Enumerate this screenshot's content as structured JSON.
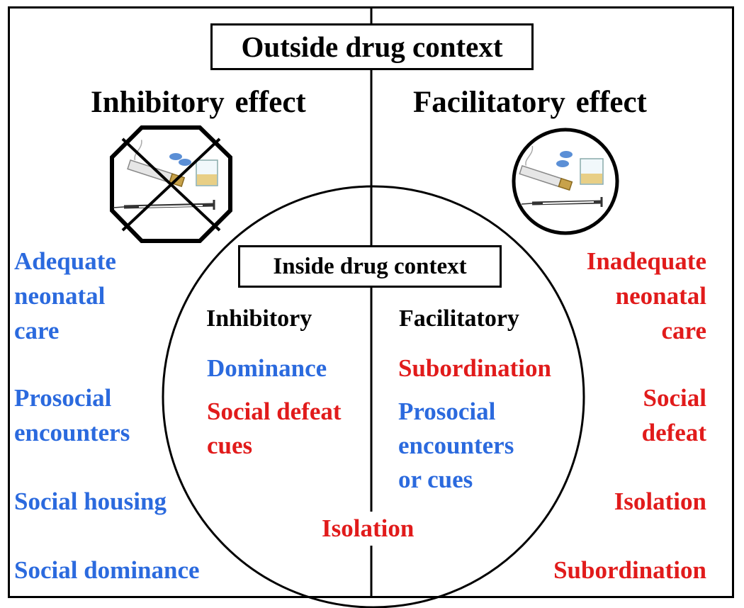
{
  "outside_title": "Outside drug context",
  "inside_title": "Inside drug context",
  "outside": {
    "inhibitory_heading": "Inhibitory effect",
    "facilitatory_heading": "Facilitatory effect",
    "inhibitory_items": [
      {
        "text": "Adequate\nneonatal\ncare",
        "color": "#2B6ADE"
      },
      {
        "text": "Prosocial\nencounters",
        "color": "#2B6ADE"
      },
      {
        "text": "Social housing",
        "color": "#2B6ADE"
      },
      {
        "text": "Social dominance",
        "color": "#2B6ADE"
      }
    ],
    "facilitatory_items": [
      {
        "text": "Inadequate\nneonatal\ncare",
        "color": "#E11B1B"
      },
      {
        "text": "Social\ndefeat",
        "color": "#E11B1B"
      },
      {
        "text": "Isolation",
        "color": "#E11B1B"
      },
      {
        "text": "Subordination",
        "color": "#E11B1B"
      }
    ]
  },
  "inside": {
    "inhibitory_heading": "Inhibitory",
    "facilitatory_heading": "Facilitatory",
    "inhibitory_items": [
      {
        "text": "Dominance",
        "color": "#2B6ADE"
      },
      {
        "text": "Social defeat\n cues",
        "color": "#E11B1B"
      }
    ],
    "facilitatory_items": [
      {
        "text": "Subordination",
        "color": "#E11B1B"
      },
      {
        "text": "Prosocial\nencounters\nor cues",
        "color": "#2B6ADE"
      }
    ],
    "shared_item": {
      "text": "Isolation",
      "color": "#E11B1B"
    }
  },
  "icons": {
    "inhibited_drugs": "prohibited-drugs-octagon-icon",
    "drugs": "drugs-circle-icon"
  }
}
